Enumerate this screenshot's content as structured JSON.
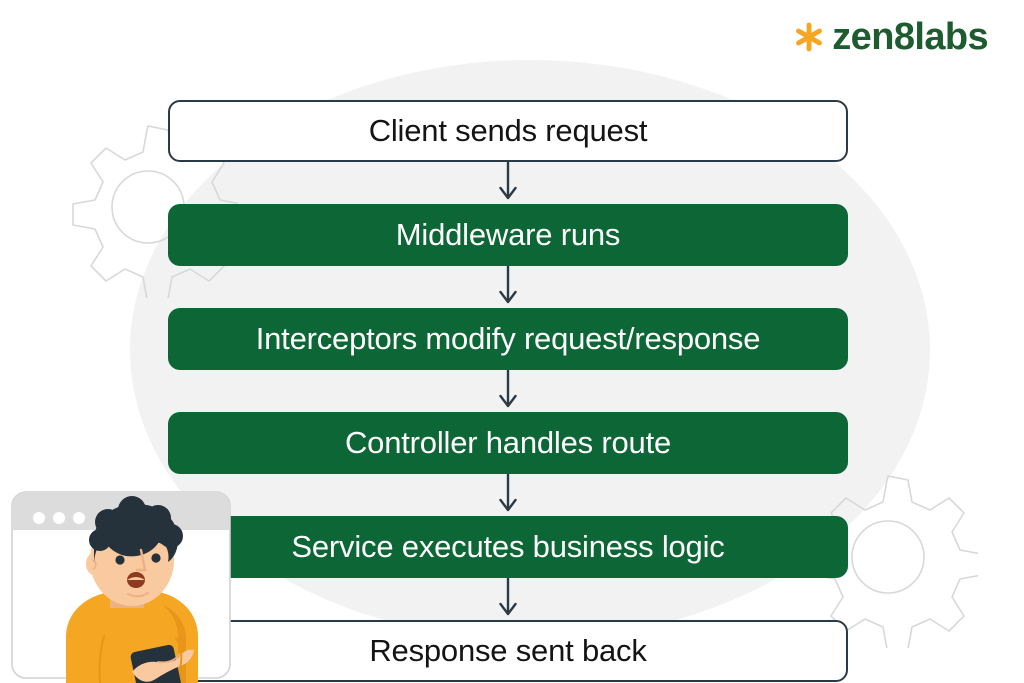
{
  "brand": {
    "name": "zen8labs",
    "mark_icon": "asterisk-icon",
    "mark_color": "#f5a623",
    "text_color": "#1d5c2e"
  },
  "theme": {
    "background": "#ffffff",
    "blob": "#f2f2f2",
    "green": "#0c6635",
    "outline": "#2b3a47",
    "arrow": "#2b3a47",
    "gear_stroke": "#d8d8d8"
  },
  "flowchart": {
    "type": "vertical-flow",
    "orientation": "top-to-bottom",
    "nodes": [
      {
        "id": "client-sends-request",
        "label": "Client sends request",
        "style": "outline"
      },
      {
        "id": "middleware-runs",
        "label": "Middleware runs",
        "style": "filled"
      },
      {
        "id": "interceptors-modify",
        "label": "Interceptors modify request/response",
        "style": "filled"
      },
      {
        "id": "controller-handles-route",
        "label": "Controller handles route",
        "style": "filled"
      },
      {
        "id": "service-executes-logic",
        "label": "Service executes business logic",
        "style": "filled"
      },
      {
        "id": "response-sent-back",
        "label": "Response sent back",
        "style": "outline"
      }
    ],
    "connector_icon": "down-arrow-icon",
    "connector_count": 5
  },
  "decorations": {
    "gears": [
      {
        "id": "gear-left",
        "icon": "gear-icon"
      },
      {
        "id": "gear-right",
        "icon": "gear-icon"
      }
    ],
    "illustration": {
      "id": "person-with-phone-illustration",
      "description": "Man with dark curly hair in orange sweater holding a smartphone in front of a browser window",
      "browser_dots": 3,
      "colors": {
        "browser_bar": "#dcdcdc",
        "browser_body": "#ffffff",
        "browser_border": "#d2d2d2",
        "sweater": "#f5a623",
        "sweater_shadow": "#e8961a",
        "skin": "#f9c99f",
        "skin_shadow": "#eeb183",
        "hair": "#25323c",
        "phone": "#25323c",
        "mouth": "#8c3a22"
      }
    }
  }
}
